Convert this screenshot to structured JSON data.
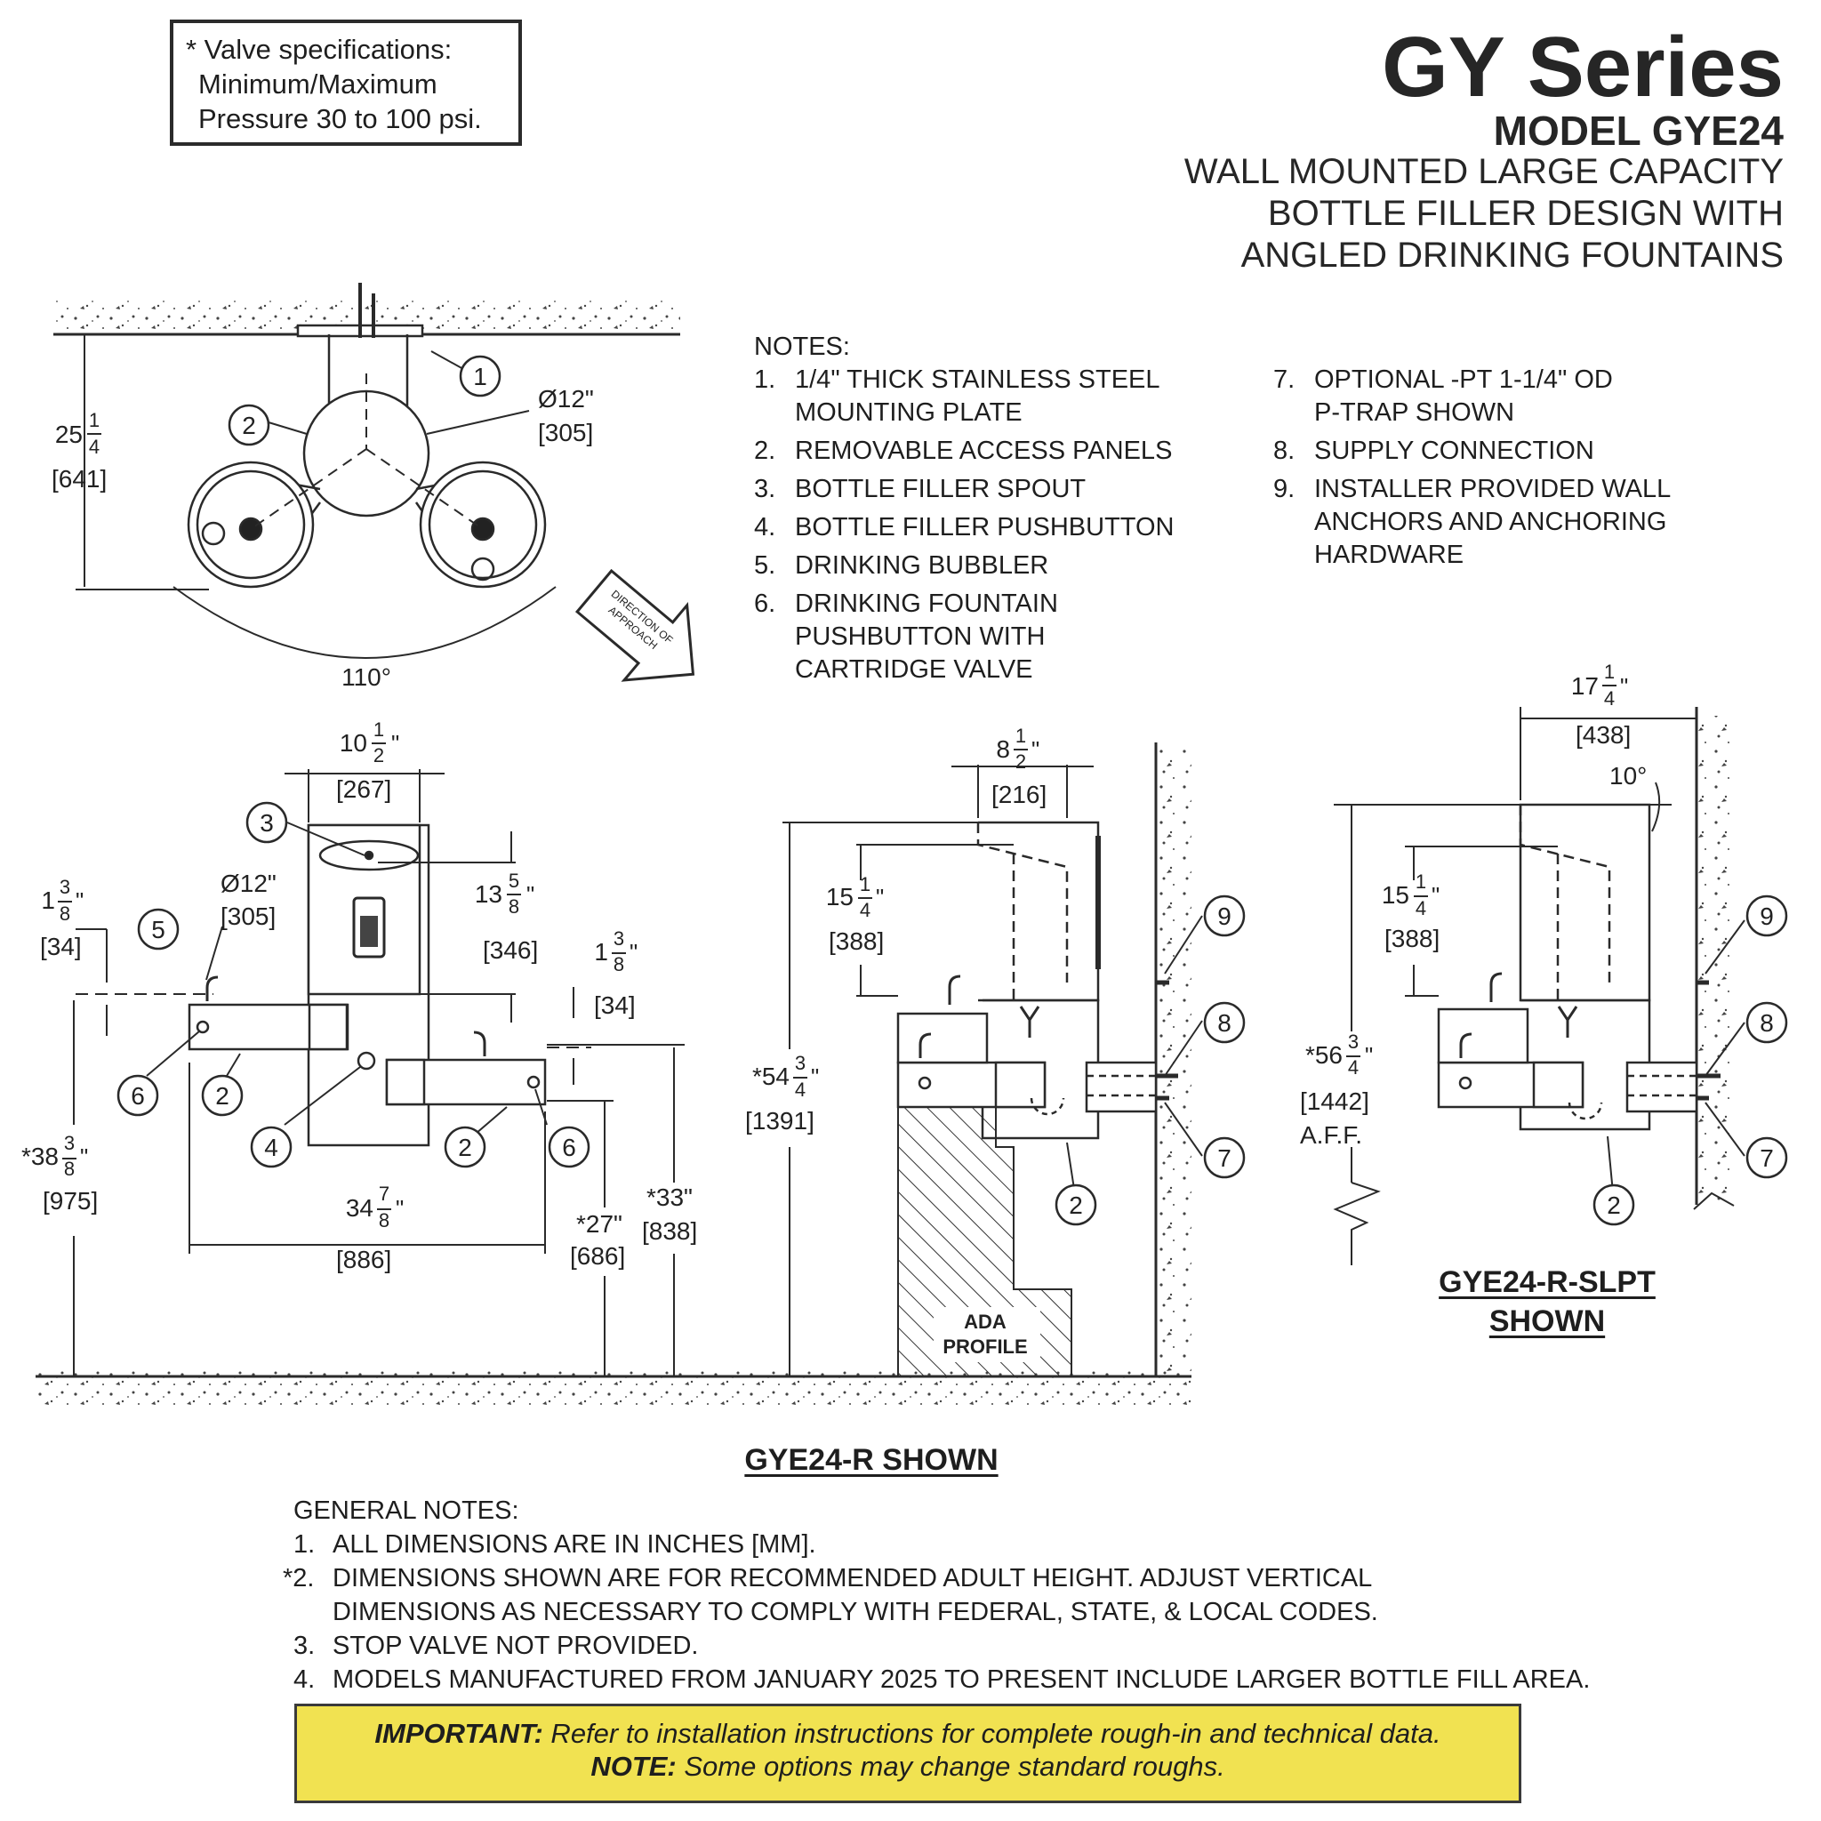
{
  "spec_box": {
    "lines": [
      "* Valve specifications:",
      "Minimum/Maximum",
      "Pressure 30 to 100 psi."
    ]
  },
  "header": {
    "series": "GY Series",
    "model": "MODEL GYE24",
    "description_lines": [
      "WALL MOUNTED LARGE CAPACITY",
      "BOTTLE FILLER DESIGN WITH",
      "ANGLED DRINKING FOUNTAINS"
    ]
  },
  "notes": {
    "heading": "NOTES:",
    "items": [
      {
        "num": "1.",
        "lines": [
          "1/4\" THICK STAINLESS STEEL",
          "MOUNTING PLATE"
        ]
      },
      {
        "num": "2.",
        "lines": [
          "REMOVABLE ACCESS PANELS"
        ]
      },
      {
        "num": "3.",
        "lines": [
          "BOTTLE FILLER SPOUT"
        ]
      },
      {
        "num": "4.",
        "lines": [
          "BOTTLE FILLER PUSHBUTTON"
        ]
      },
      {
        "num": "5.",
        "lines": [
          "DRINKING BUBBLER"
        ]
      },
      {
        "num": "6.",
        "lines": [
          "DRINKING FOUNTAIN",
          "PUSHBUTTON WITH",
          "CARTRIDGE VALVE"
        ]
      },
      {
        "num": "7.",
        "lines": [
          "OPTIONAL -PT 1-1/4\" OD",
          "P-TRAP SHOWN"
        ]
      },
      {
        "num": "8.",
        "lines": [
          "SUPPLY CONNECTION"
        ]
      },
      {
        "num": "9.",
        "lines": [
          "INSTALLER PROVIDED WALL",
          "ANCHORS AND ANCHORING",
          "HARDWARE"
        ]
      }
    ]
  },
  "top_view": {
    "depth_whole": "25",
    "depth_frac_num": "1",
    "depth_frac_den": "4",
    "depth_mm": "[641]",
    "diameter": "Ø12\"",
    "diameter_mm": "[305]",
    "angle": "110°",
    "approach_lines": [
      "DIRECTION OF",
      "APPROACH"
    ],
    "callouts": [
      "1",
      "2"
    ]
  },
  "front_view": {
    "width_top": {
      "whole": "10",
      "num": "1",
      "den": "2",
      "mm": "[267]"
    },
    "diameter": "Ø12\"",
    "diameter_mm": "[305]",
    "spout_height": {
      "whole": "13",
      "num": "5",
      "den": "8",
      "mm": "[346]"
    },
    "left_bubbler": {
      "whole": "1",
      "num": "3",
      "den": "8",
      "mm": "[34]"
    },
    "right_bubbler": {
      "whole": "1",
      "num": "3",
      "den": "8",
      "mm": "[34]"
    },
    "height_left": {
      "whole": "*38",
      "num": "3",
      "den": "8",
      "mm": "[975]"
    },
    "overall_width": {
      "whole": "34",
      "num": "7",
      "den": "8",
      "mm": "[886]"
    },
    "height_27": {
      "label": "*27\"",
      "mm": "[686]"
    },
    "height_33": {
      "label": "*33\"",
      "mm": "[838]"
    },
    "callouts": [
      "3",
      "5",
      "6",
      "2",
      "4",
      "2",
      "6"
    ]
  },
  "side_view": {
    "depth": {
      "whole": "8",
      "num": "1",
      "den": "2",
      "mm": "[216]"
    },
    "spout": {
      "whole": "15",
      "num": "1",
      "den": "4",
      "mm": "[388]"
    },
    "height": {
      "whole": "*54",
      "num": "3",
      "den": "4",
      "mm": "[1391]"
    },
    "ada_lines": [
      "ADA",
      "PROFILE"
    ],
    "callouts": [
      "9",
      "8",
      "7",
      "2"
    ]
  },
  "slpt_view": {
    "depth": {
      "whole": "17",
      "num": "1",
      "den": "4",
      "mm": "[438]"
    },
    "angle": "10°",
    "spout": {
      "whole": "15",
      "num": "1",
      "den": "4",
      "mm": "[388]"
    },
    "height": {
      "whole": "*56",
      "num": "3",
      "den": "4",
      "mm": "[1442]",
      "aff": "A.F.F."
    },
    "callouts": [
      "9",
      "8",
      "7",
      "2"
    ],
    "caption_lines": [
      "GYE24-R-SLPT",
      "SHOWN"
    ]
  },
  "main_caption": "GYE24-R SHOWN",
  "general_notes": {
    "heading": "GENERAL NOTES:",
    "items": [
      {
        "num": "1.",
        "lines": [
          "ALL DIMENSIONS ARE IN INCHES [MM]."
        ]
      },
      {
        "num": "*2.",
        "lines": [
          "DIMENSIONS SHOWN ARE FOR RECOMMENDED ADULT HEIGHT. ADJUST VERTICAL",
          "DIMENSIONS AS NECESSARY TO COMPLY WITH FEDERAL, STATE, & LOCAL CODES."
        ]
      },
      {
        "num": "3.",
        "lines": [
          "STOP VALVE NOT PROVIDED."
        ]
      },
      {
        "num": "4.",
        "lines": [
          "MODELS MANUFACTURED FROM JANUARY 2025 TO PRESENT INCLUDE LARGER BOTTLE FILL AREA."
        ]
      }
    ]
  },
  "important": {
    "label1": "IMPORTANT:",
    "text1": " Refer to installation instructions for complete rough-in and technical data.",
    "label2": "NOTE:",
    "text2": " Some options may change standard roughs."
  },
  "colors": {
    "important_bg": "#f1e251",
    "ink": "#222222"
  }
}
